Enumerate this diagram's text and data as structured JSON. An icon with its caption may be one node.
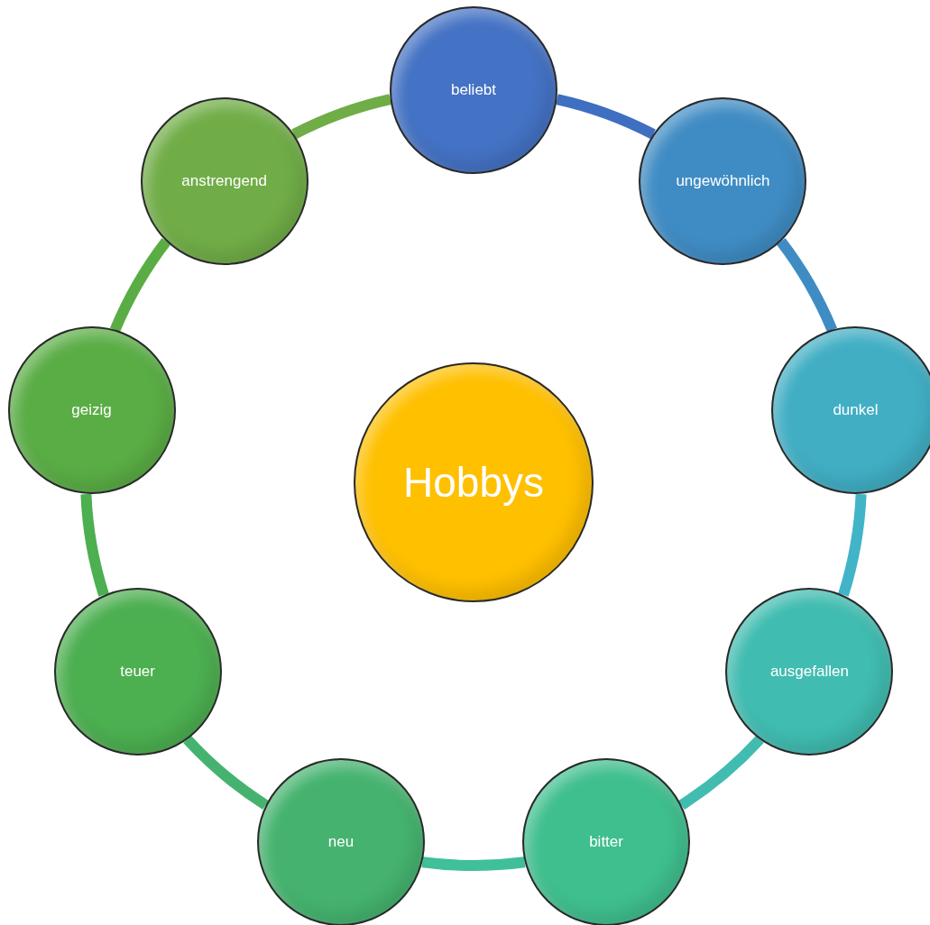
{
  "diagram": {
    "nodes": [
      {
        "text": [
          "Hobbys"
        ]
      },
      {
        "text": [
          "beliebt"
        ]
      },
      {
        "text": [
          "ungewöhnlich"
        ]
      },
      {
        "text": [
          "dunkel"
        ]
      },
      {
        "text": [
          "ausgefallen"
        ]
      },
      {
        "text": [
          "bitter"
        ]
      },
      {
        "text": [
          "neu"
        ]
      },
      {
        "text": [
          "teuer"
        ]
      },
      {
        "text": [
          "geizig"
        ]
      },
      {
        "text": [
          "anstrengend"
        ]
      }
    ],
    "edges": [
      {
        "from": 1,
        "to": 2,
        "arrow": "none",
        "color": "#3f6fc0"
      },
      {
        "from": 2,
        "to": 3,
        "arrow": "none",
        "color": "#3f8cc4"
      },
      {
        "from": 3,
        "to": 4,
        "arrow": "none",
        "color": "#41b4c8"
      },
      {
        "from": 4,
        "to": 5,
        "arrow": "none",
        "color": "#41bcb0"
      },
      {
        "from": 5,
        "to": 6,
        "arrow": "none",
        "color": "#3fbf9a"
      },
      {
        "from": 6,
        "to": 7,
        "arrow": "none",
        "color": "#45b36f"
      },
      {
        "from": 7,
        "to": 8,
        "arrow": "none",
        "color": "#4caf50"
      },
      {
        "from": 8,
        "to": 9,
        "arrow": "none",
        "color": "#5aad45"
      },
      {
        "from": 9,
        "to": 1,
        "arrow": "none",
        "color": "#70ad47"
      }
    ]
  }
}
